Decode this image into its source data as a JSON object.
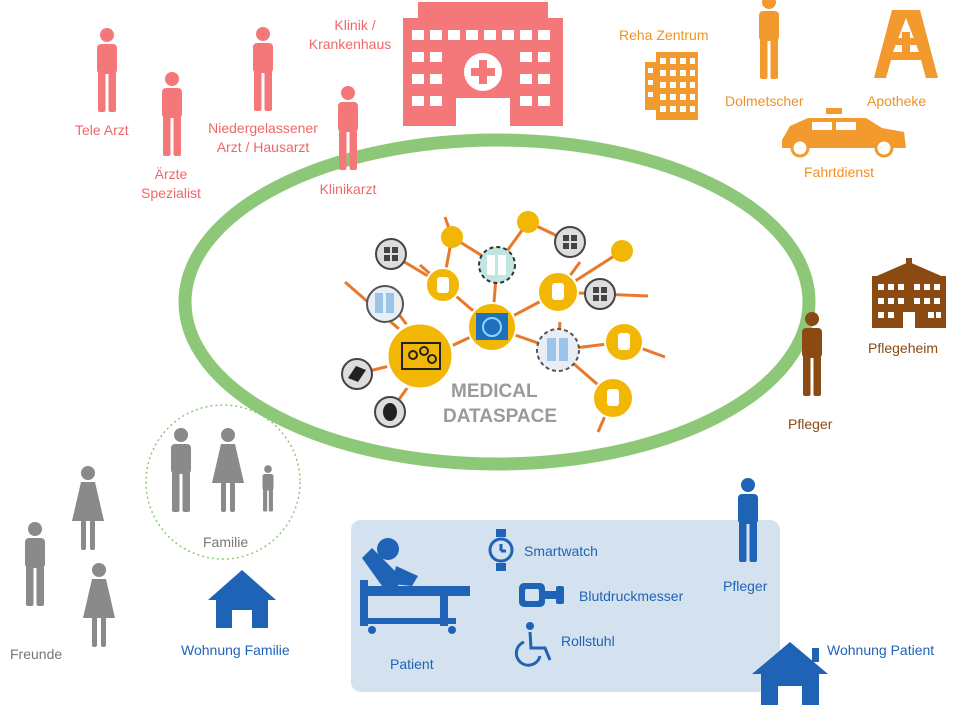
{
  "colors": {
    "medical": "#f4787a",
    "services": "#f29a2e",
    "care_home": "#8a4a12",
    "family": "#8a8a8a",
    "patient": "#1f63b6",
    "patient_panel": "#d4e1ef",
    "dataspace_ring": "#8dc878",
    "node_yellow": "#f2b705",
    "link_orange": "#e8792a"
  },
  "medical": {
    "tele_arzt": "Tele Arzt",
    "aerzte_spezialist_l1": "Ärzte",
    "aerzte_spezialist_l2": "Spezialist",
    "niedergelassener_l1": "Niedergelassener",
    "niedergelassener_l2": "Arzt / Hausarzt",
    "klinik_l1": "Klinik /",
    "klinik_l2": "Krankenhaus",
    "klinikarzt": "Klinikarzt"
  },
  "services": {
    "reha": "Reha Zentrum",
    "dolmetscher": "Dolmetscher",
    "apotheke": "Apotheke",
    "fahrtdienst": "Fahrtdienst"
  },
  "care": {
    "pflegeheim": "Pflegeheim",
    "pfleger": "Pfleger"
  },
  "dataspace": {
    "title_l1": "MEDICAL",
    "title_l2": "DATASPACE"
  },
  "family": {
    "familie": "Familie",
    "freunde": "Freunde",
    "wohnung_familie": "Wohnung Familie"
  },
  "patient": {
    "patient": "Patient",
    "smartwatch": "Smartwatch",
    "blutdruckmesser": "Blutdruckmesser",
    "rollstuhl": "Rollstuhl",
    "pfleger": "Pfleger",
    "wohnung_patient": "Wohnung Patient"
  }
}
